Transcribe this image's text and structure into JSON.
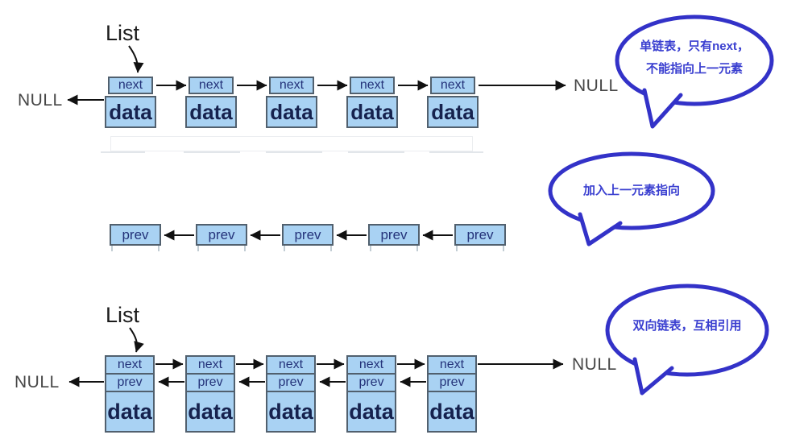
{
  "colors": {
    "node_fill": "#a9d2f3",
    "node_border": "#51606e",
    "field_text": "#24337a",
    "data_text": "#16224e",
    "arrow": "#111111",
    "null_text": "#474747",
    "bubble_border": "#3332c8",
    "bubble_text": "#3a3fd0",
    "background": "#ffffff"
  },
  "labels": {
    "next": "next",
    "prev": "prev",
    "data": "data"
  },
  "top_list": {
    "pointer": "List",
    "null_left": "NULL",
    "null_right": "NULL",
    "node_count": 5,
    "fields": [
      "next",
      "data"
    ]
  },
  "middle_list": {
    "node_count": 5,
    "fields": [
      "prev"
    ]
  },
  "bottom_list": {
    "pointer": "List",
    "null_left": "NULL",
    "null_right": "NULL",
    "node_count": 5,
    "fields": [
      "next",
      "prev",
      "data"
    ]
  },
  "bubbles": {
    "top": {
      "lines": [
        "单链表，只有next，",
        "不能指向上一元素"
      ]
    },
    "middle": {
      "lines": [
        "加入上一元素指向"
      ]
    },
    "bottom": {
      "lines": [
        "双向链表，互相引用"
      ]
    }
  }
}
